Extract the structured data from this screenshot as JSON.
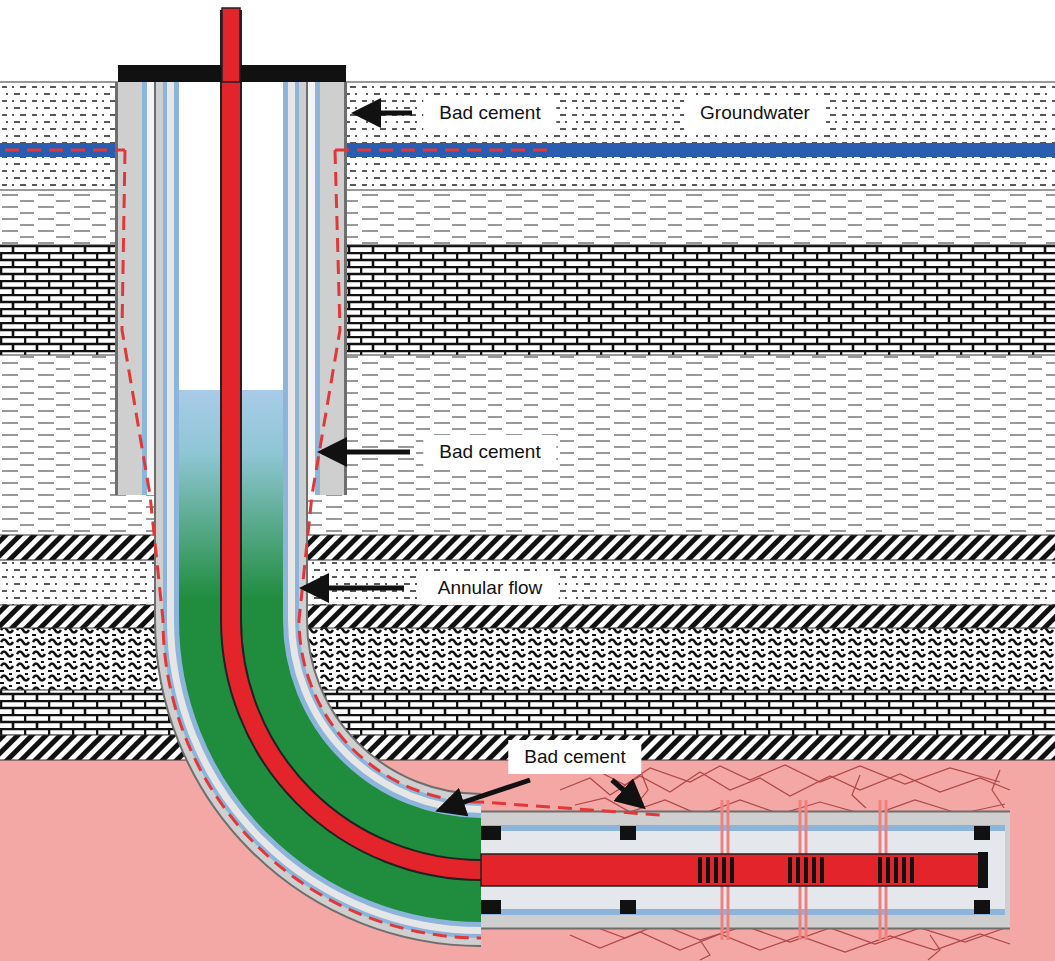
{
  "diagram": {
    "labels": [
      "Bad cement",
      "Groundwater",
      "Bad cement",
      "Annular flow",
      "Bad cement"
    ]
  }
}
